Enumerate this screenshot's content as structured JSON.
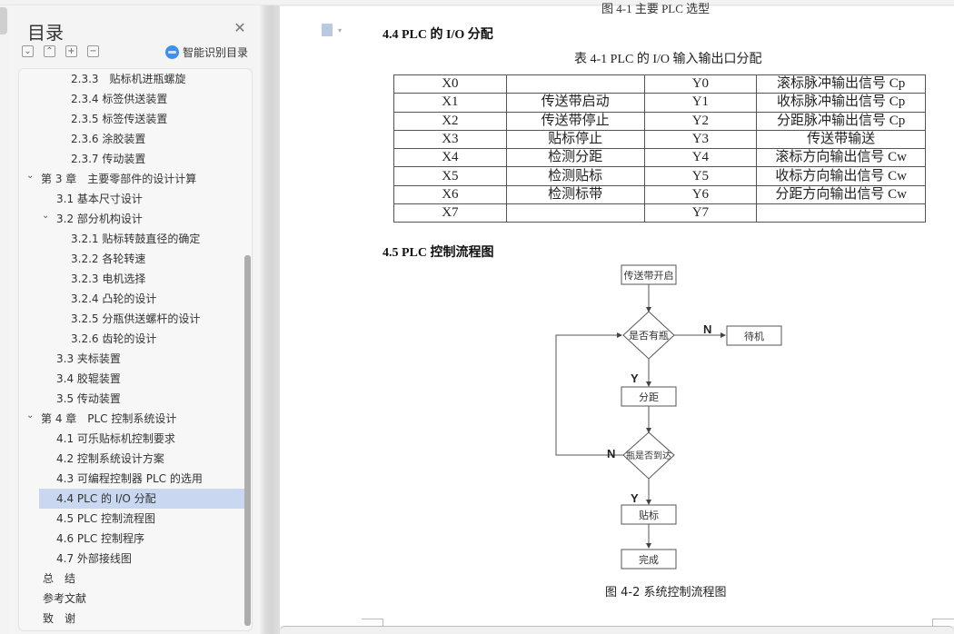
{
  "sidebar": {
    "title": "目录",
    "close_icon": "close-icon",
    "tools": [
      {
        "name": "collapse-all-button",
        "glyph": "⌄"
      },
      {
        "name": "expand-all-button",
        "glyph": "⌃"
      },
      {
        "name": "zoom-in-button",
        "glyph": "+"
      },
      {
        "name": "zoom-out-button",
        "glyph": "−"
      }
    ],
    "smart_toc_label": "智能识别目录",
    "toc": [
      {
        "label": "2.3.3　贴标机进瓶螺旋",
        "level": 3
      },
      {
        "label": "2.3.4 标签供送装置",
        "level": 3
      },
      {
        "label": "2.3.5 标签传送装置",
        "level": 3
      },
      {
        "label": "2.3.6 涂胶装置",
        "level": 3
      },
      {
        "label": "2.3.7 传动装置",
        "level": 3
      },
      {
        "label": "第 3 章　主要零部件的设计计算",
        "level": 1,
        "expanded": true
      },
      {
        "label": "3.1  基本尺寸设计",
        "level": 2
      },
      {
        "label": "3.2  部分机构设计",
        "level": 2,
        "expanded": true
      },
      {
        "label": "3.2.1 贴标转鼓直径的确定",
        "level": 3
      },
      {
        "label": "3.2.2 各轮转速",
        "level": 3
      },
      {
        "label": "3.2.3 电机选择",
        "level": 3
      },
      {
        "label": "3.2.4 凸轮的设计",
        "level": 3
      },
      {
        "label": "3.2.5 分瓶供送螺杆的设计",
        "level": 3
      },
      {
        "label": "3.2.6 齿轮的设计",
        "level": 3
      },
      {
        "label": "3.3 夹标装置",
        "level": 2
      },
      {
        "label": "3.4 胶辊装置",
        "level": 2
      },
      {
        "label": "3.5 传动装置",
        "level": 2
      },
      {
        "label": "第 4 章　PLC 控制系统设计",
        "level": 1,
        "expanded": true
      },
      {
        "label": "4.1 可乐贴标机控制要求",
        "level": 2
      },
      {
        "label": "4.2 控制系统设计方案",
        "level": 2
      },
      {
        "label": "4.3 可编程控制器 PLC 的选用",
        "level": 2
      },
      {
        "label": "4.4 PLC 的 I/O 分配",
        "level": 2,
        "selected": true
      },
      {
        "label": "4.5 PLC 控制流程图",
        "level": 2
      },
      {
        "label": "4.6 PLC 控制程序",
        "level": 2
      },
      {
        "label": "4.7  外部接线图",
        "level": 2
      },
      {
        "label": "总　结",
        "level": 0
      },
      {
        "label": "参考文献",
        "level": 0
      },
      {
        "label": "致　谢",
        "level": 0
      }
    ]
  },
  "document": {
    "top_caption_partial": "图 4-1 主要 PLC 选型",
    "section_44": "4.4 PLC 的 I/O 分配",
    "table_caption": "表 4-1 PLC 的 I/O 输入输出口分配",
    "io_table": [
      [
        "X0",
        "",
        "Y0",
        "滚标脉冲输出信号 Cp"
      ],
      [
        "X1",
        "传送带启动",
        "Y1",
        "收标脉冲输出信号 Cp"
      ],
      [
        "X2",
        "传送带停止",
        "Y2",
        "分距脉冲输出信号 Cp"
      ],
      [
        "X3",
        "贴标停止",
        "Y3",
        "传送带输送"
      ],
      [
        "X4",
        "检测分距",
        "Y4",
        "滚标方向输出信号 Cw"
      ],
      [
        "X5",
        "检测贴标",
        "Y5",
        "收标方向输出信号 Cw"
      ],
      [
        "X6",
        "检测标带",
        "Y6",
        "分距方向输出信号 Cw"
      ],
      [
        "X7",
        "",
        "Y7",
        ""
      ]
    ],
    "section_45": "4.5 PLC 控制流程图",
    "flowchart": {
      "start": "传送带开启",
      "decision1": "是否有瓶",
      "standby": "待机",
      "separate": "分距",
      "decision2": "瓶是否到达",
      "label": "贴标",
      "done": "完成",
      "yes": "Y",
      "no": "N"
    },
    "figure_caption": "图  4-2 系统控制流程图"
  }
}
